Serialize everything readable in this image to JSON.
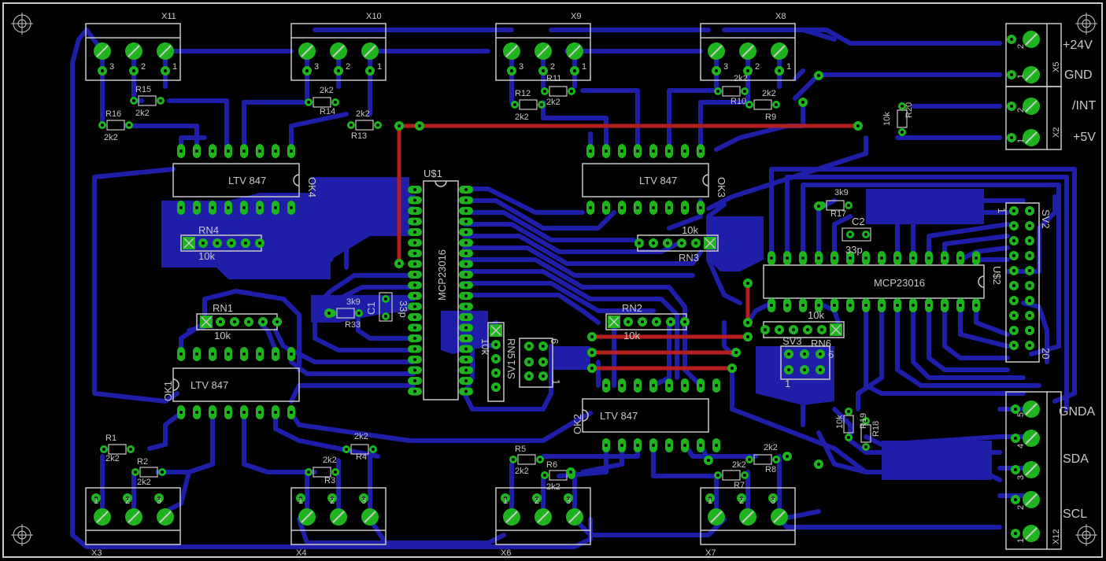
{
  "colors": {
    "background": "#000000",
    "bottom_copper": "#1e1ea8",
    "top_copper": "#b41e1e",
    "pad": "#1eb41e",
    "silkscreen": "#c8c8c8"
  },
  "connectors": {
    "x11": {
      "name": "X11",
      "pins": [
        "3",
        "2",
        "1"
      ]
    },
    "x10": {
      "name": "X10",
      "pins": [
        "3",
        "2",
        "1"
      ]
    },
    "x9": {
      "name": "X9",
      "pins": [
        "3",
        "2",
        "1"
      ]
    },
    "x8": {
      "name": "X8",
      "pins": [
        "3",
        "2",
        "1"
      ]
    },
    "x3": {
      "name": "X3",
      "pins": [
        "1",
        "2",
        "3"
      ]
    },
    "x4": {
      "name": "X4",
      "pins": [
        "1",
        "2",
        "3"
      ]
    },
    "x6": {
      "name": "X6",
      "pins": [
        "1",
        "2",
        "3"
      ]
    },
    "x7": {
      "name": "X7",
      "pins": [
        "1",
        "2",
        "3"
      ]
    },
    "x5": {
      "name": "X5"
    },
    "x2": {
      "name": "X2"
    },
    "x12": {
      "name": "X12"
    }
  },
  "power_labels": {
    "v24": "+24V",
    "gnd": "GND",
    "int": "/INT",
    "v5": "+5V"
  },
  "bus_labels": {
    "gnda": "GNDA",
    "sda": "SDA",
    "scl": "SCL"
  },
  "ics": {
    "u1": {
      "name": "U$1",
      "part": "MCP23016"
    },
    "u2": {
      "name": "U$2",
      "part": "MCP23016"
    },
    "ok1": {
      "name": "OK1",
      "part": "LTV 847"
    },
    "ok2": {
      "name": "OK2",
      "part": "LTV 847"
    },
    "ok3": {
      "name": "OK3",
      "part": "LTV 847"
    },
    "ok4": {
      "name": "OK4",
      "part": "LTV 847"
    }
  },
  "networks": {
    "rn1": {
      "name": "RN1",
      "value": "10k"
    },
    "rn2": {
      "name": "RN2",
      "value": "10k"
    },
    "rn3": {
      "name": "RN3",
      "value": "10k"
    },
    "rn4": {
      "name": "RN4",
      "value": "10k"
    },
    "rn5": {
      "name": "RN5",
      "value": "10k"
    },
    "rn6": {
      "name": "RN6",
      "value": "10k"
    }
  },
  "resistors": {
    "r1": "R1",
    "r2": "R2",
    "r3": "R3",
    "r4": "R4",
    "r5": "R5",
    "r6": "R6",
    "r7": "R7",
    "r8": "R8",
    "r9": "R9",
    "r10": "R10",
    "r11": "R11",
    "r12": "R12",
    "r13": "R13",
    "r14": "R14",
    "r15": "R15",
    "r16": "R16",
    "r17": "R17",
    "r18": "R18",
    "r19": "R19",
    "r20": "R20",
    "r33": "R33",
    "value_2k2": "2k2",
    "value_3k9": "3k9",
    "value_10k": "10k"
  },
  "capacitors": {
    "c1": "C1",
    "c2": "C2",
    "value": "33p"
  },
  "headers": {
    "sv1": {
      "name": "SV1",
      "p1": "1",
      "p6": "6"
    },
    "sv2": {
      "name": "SV2",
      "p1": "1",
      "p20": "20"
    },
    "sv3": {
      "name": "SV3",
      "p1": "1",
      "p6": "6"
    }
  },
  "terminal_pin_numbers": [
    "2",
    "1",
    "2",
    "1",
    "5",
    "4",
    "3",
    "2",
    "1"
  ]
}
